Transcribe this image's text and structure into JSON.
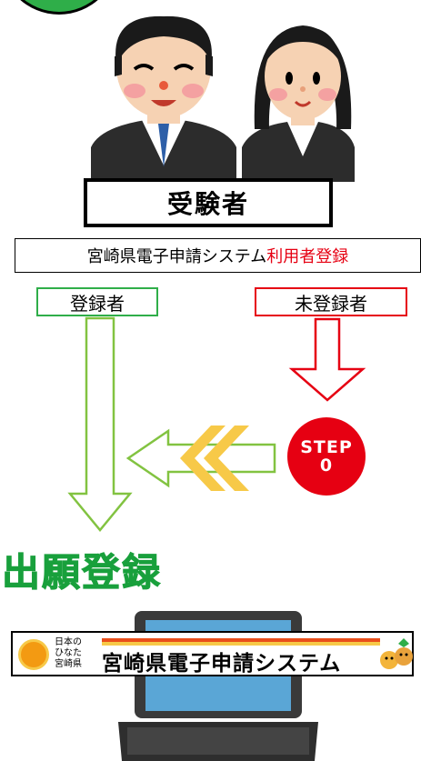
{
  "examinee": "受験者",
  "system_registration": {
    "prefix": "宮崎県電子申請システム",
    "highlight": "利用者登録"
  },
  "registered_label": "登録者",
  "unregistered_label": "未登録者",
  "step": {
    "line1": "STEP",
    "line2": "0"
  },
  "application_title": "出願登録",
  "banner": {
    "small_line1": "日本の",
    "small_line2": "ひなた",
    "small_line3": "宮崎県",
    "title": "宮崎県電子申請システム"
  },
  "colors": {
    "green": "#2fae49",
    "red": "#e60012",
    "yellow": "#f7c948"
  }
}
